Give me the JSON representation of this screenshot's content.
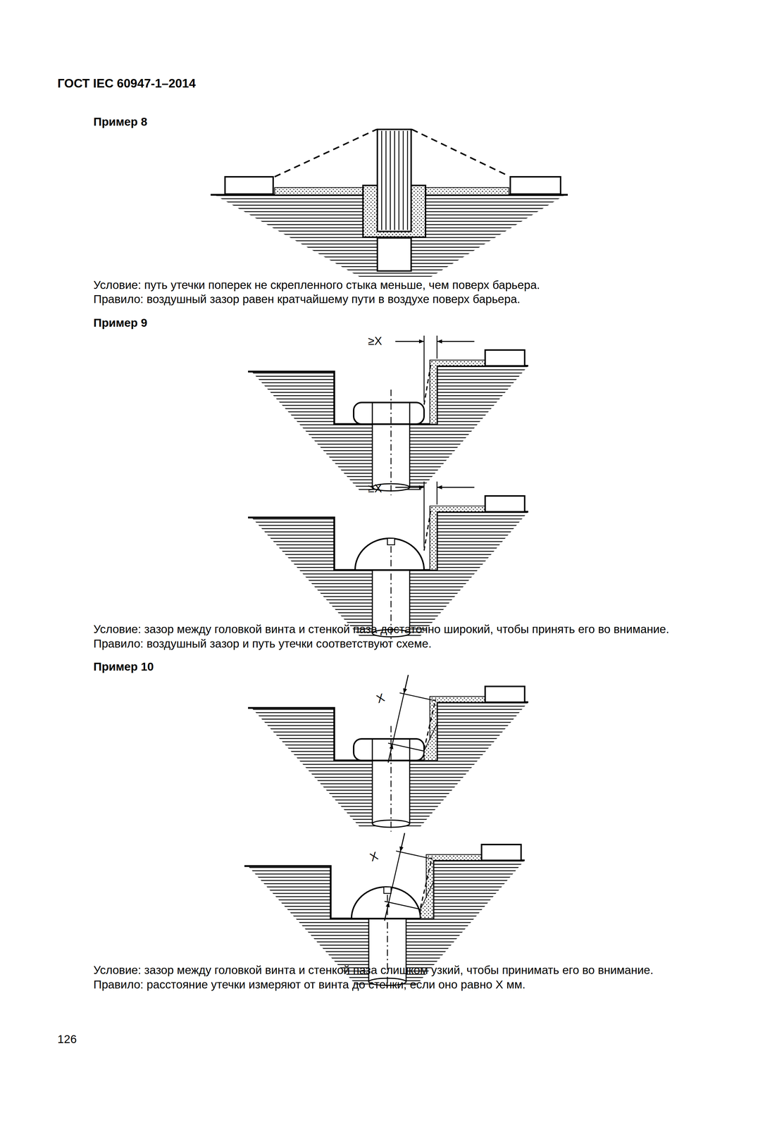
{
  "diagram": {
    "labels": [
      "ГОСТ IEC 60947-1–2014",
      "Пример 8",
      "Условие: путь утечки поперек не скрепленного стыка меньше, чем поверх барьера.",
      "Правило: воздушный зазор равен кратчайшему пути в воздухе поверх барьера.",
      "Пример 9",
      "≥X",
      "≥X",
      "Условие: зазор между головкой винта и стенкой паза достаточно широкий, чтобы принять его во внимание.",
      "Правило: воздушный зазор и путь утечки соответствуют схеме.",
      "Пример 10",
      "X",
      "X",
      "Условие: зазор между головкой винта и стенкой паза слишком узкий, чтобы принимать его во внимание.",
      "Правило: расстояние утечки измеряют от винта до стенки, если оно равно X мм.",
      "126"
    ]
  }
}
